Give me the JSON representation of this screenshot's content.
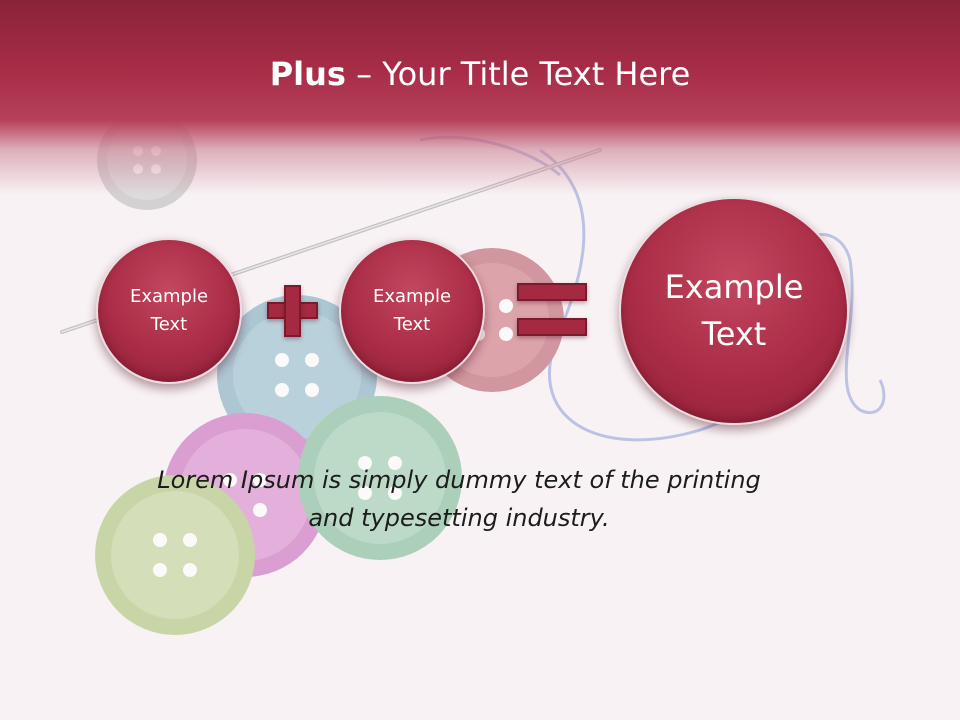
{
  "title": {
    "strong": "Plus",
    "rest": " – Your Title Text Here"
  },
  "process": {
    "step1": [
      "Example",
      "Text"
    ],
    "operator1": "plus",
    "step2": [
      "Example",
      "Text"
    ],
    "operator2": "equals",
    "result": [
      "Example",
      "Text"
    ]
  },
  "caption": {
    "line1": "Lorem Ipsum is simply dummy text of the printing",
    "line2": "and typesetting industry."
  },
  "colors": {
    "accent": "#a72c47",
    "header_dark": "#8a2338",
    "background": "#f8f2f4",
    "text": "#1c1c1c"
  }
}
